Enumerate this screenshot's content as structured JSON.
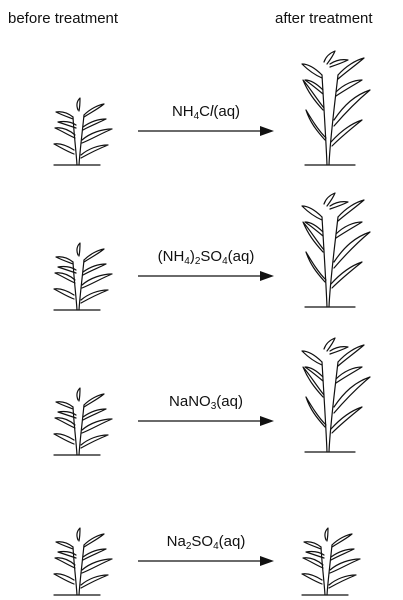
{
  "headers": {
    "before": "before treatment",
    "after": "after treatment"
  },
  "rows": [
    {
      "id": "nh4cl",
      "parts": [
        [
          "NH",
          ""
        ],
        [
          "4",
          "sub"
        ],
        [
          "C",
          ""
        ],
        [
          "l",
          "i"
        ],
        [
          "(aq)",
          ""
        ]
      ],
      "after_size": "large"
    },
    {
      "id": "nh42so4",
      "parts": [
        [
          "(NH",
          ""
        ],
        [
          "4",
          "sub"
        ],
        [
          ")",
          ""
        ],
        [
          "2",
          "sub"
        ],
        [
          "SO",
          ""
        ],
        [
          "4",
          "sub"
        ],
        [
          "(aq)",
          ""
        ]
      ],
      "after_size": "large"
    },
    {
      "id": "nano3",
      "parts": [
        [
          "NaNO",
          ""
        ],
        [
          "3",
          "sub"
        ],
        [
          "(aq)",
          ""
        ]
      ],
      "after_size": "large"
    },
    {
      "id": "na2so4",
      "parts": [
        [
          "Na",
          ""
        ],
        [
          "2",
          "sub"
        ],
        [
          "SO",
          ""
        ],
        [
          "4",
          "sub"
        ],
        [
          "(aq)",
          ""
        ]
      ],
      "after_size": "small"
    }
  ]
}
